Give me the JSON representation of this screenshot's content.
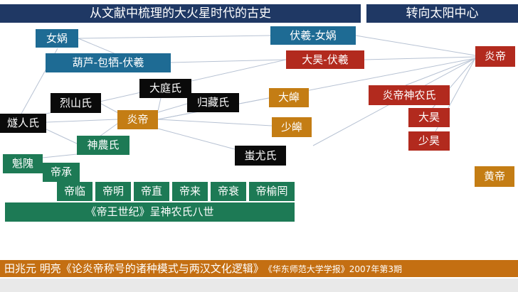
{
  "header_left": "从文献中梳理的大火星时代的古史",
  "header_right": "转向太阳中心",
  "nodes": {
    "nuwa": "女娲",
    "fuxi_nuwa": "伏羲-女娲",
    "hulu": "葫芦-包牺-伏羲",
    "dahao_fuxi": "大昊-伏羲",
    "yandi_right": "炎帝",
    "dating": "大庭氏",
    "lieshan": "烈山氏",
    "guicang": "归藏氏",
    "dahao_orange": "大皞",
    "suiren": "燧人氏",
    "yandi_mid": "炎帝",
    "shaohao_orange": "少皞",
    "yandi_shennong": "炎帝神农氏",
    "dahao_red": "大昊",
    "shaohao_red": "少昊",
    "shennong": "神農氏",
    "chiyou": "蚩尤氏",
    "kuiwei": "魁隗",
    "dicheng": "帝承",
    "huangdi": "黄帝",
    "emperors": [
      "帝临",
      "帝明",
      "帝直",
      "帝来",
      "帝衰",
      "帝榆罔"
    ],
    "diwang": "《帝王世纪》呈神农氏八世"
  },
  "footer": {
    "main": "田兆元 明亮《论炎帝称号的诸种模式与两汉文化逻辑》",
    "source": "《华东师范大学学报》2007年第3期"
  }
}
